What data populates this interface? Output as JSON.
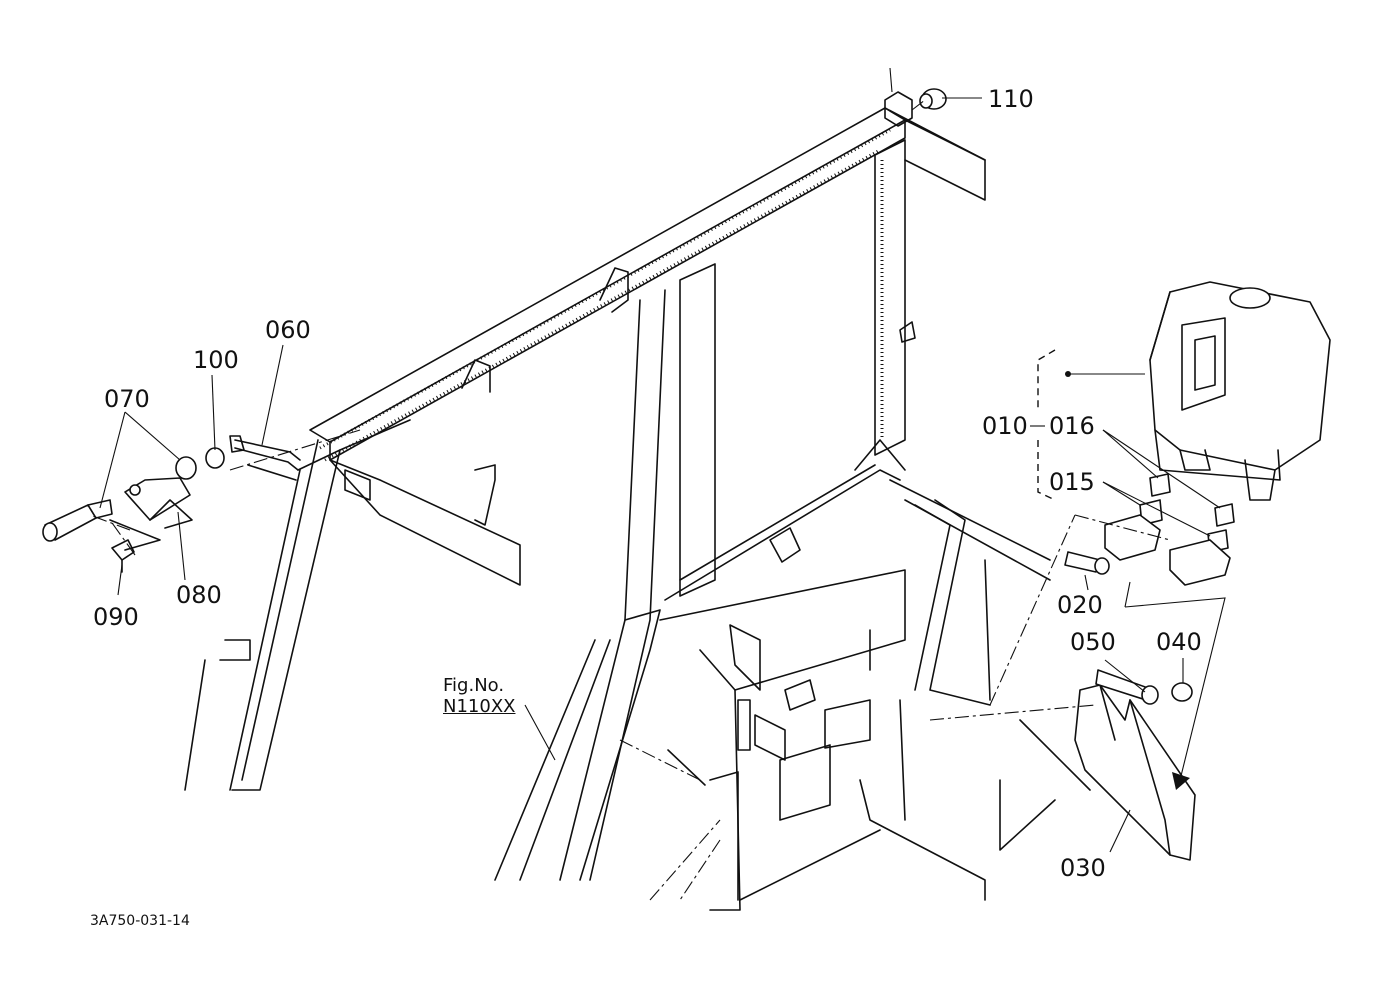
{
  "parts": [
    {
      "label": "110"
    },
    {
      "label": "060"
    },
    {
      "label": "100"
    },
    {
      "label": "070"
    },
    {
      "label": "080"
    },
    {
      "label": "090"
    },
    {
      "label": "010"
    },
    {
      "label": "016"
    },
    {
      "label": "015"
    },
    {
      "label": "020"
    },
    {
      "label": "050"
    },
    {
      "label": "040"
    },
    {
      "label": "030"
    }
  ],
  "figure_reference": {
    "line1": "Fig.No.",
    "line2": "N110XX"
  },
  "document_id": "3A750-031-14"
}
